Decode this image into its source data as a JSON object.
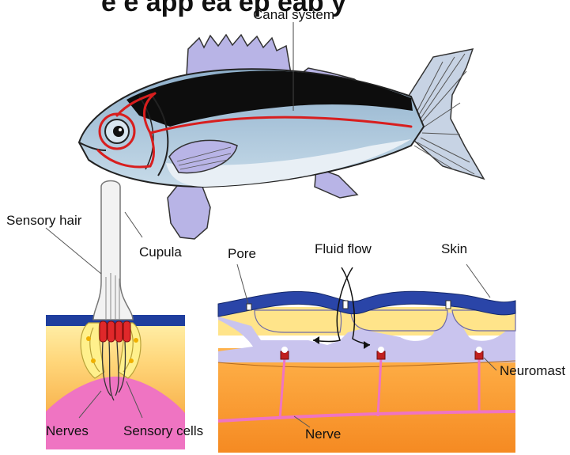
{
  "header_fragment": "e     e app ea     ep  eab y",
  "labels": {
    "canal_system": "Canal system",
    "sensory_hair": "Sensory hair",
    "cupula": "Cupula",
    "pore": "Pore",
    "fluid_flow": "Fluid flow",
    "skin": "Skin",
    "neuromast": "Neuromast",
    "nerves": "Nerves",
    "sensory_cells": "Sensory cells",
    "nerve": "Nerve"
  },
  "colors": {
    "fish_body": "#a9c6db",
    "fish_back": "#0d0d0d",
    "lateral_line": "#d81e1e",
    "fins": "#b8b4e6",
    "skin_blue": "#1f3e9e",
    "fluid": "#c9c4ee",
    "tissue_yellow": "#ffe48a",
    "tissue_orange": "#f5a23a",
    "nerve_pink": "#f07ac6",
    "cell_yellow": "#fff08c"
  }
}
